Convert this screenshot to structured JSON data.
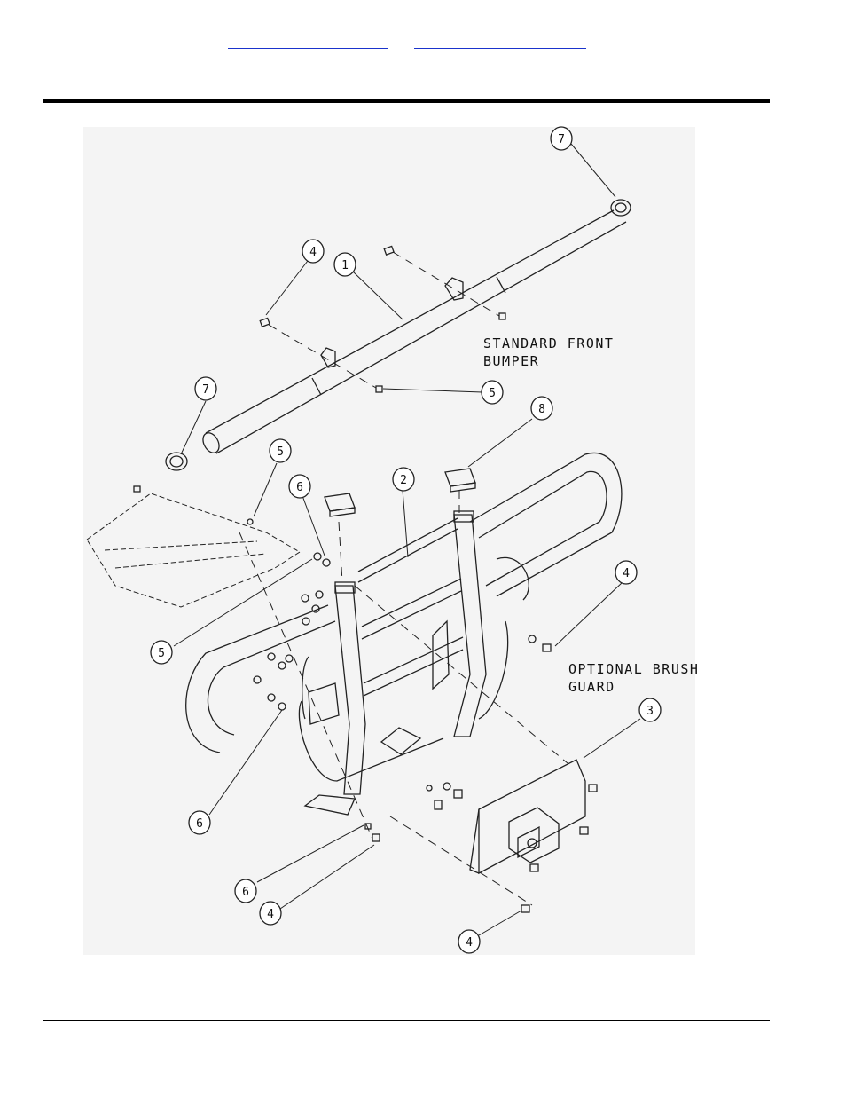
{
  "header": {
    "links": [
      "",
      ""
    ]
  },
  "drawing": {
    "notes": {
      "standard_front_bumper": [
        "STANDARD FRONT",
        "BUMPER"
      ],
      "optional_brush_guard": [
        "OPTIONAL BRUSH",
        "GUARD"
      ]
    },
    "callouts": [
      "7",
      "4",
      "1",
      "5",
      "7",
      "8",
      "5",
      "6",
      "2",
      "4",
      "5",
      "3",
      "6",
      "6",
      "4",
      "4"
    ]
  }
}
